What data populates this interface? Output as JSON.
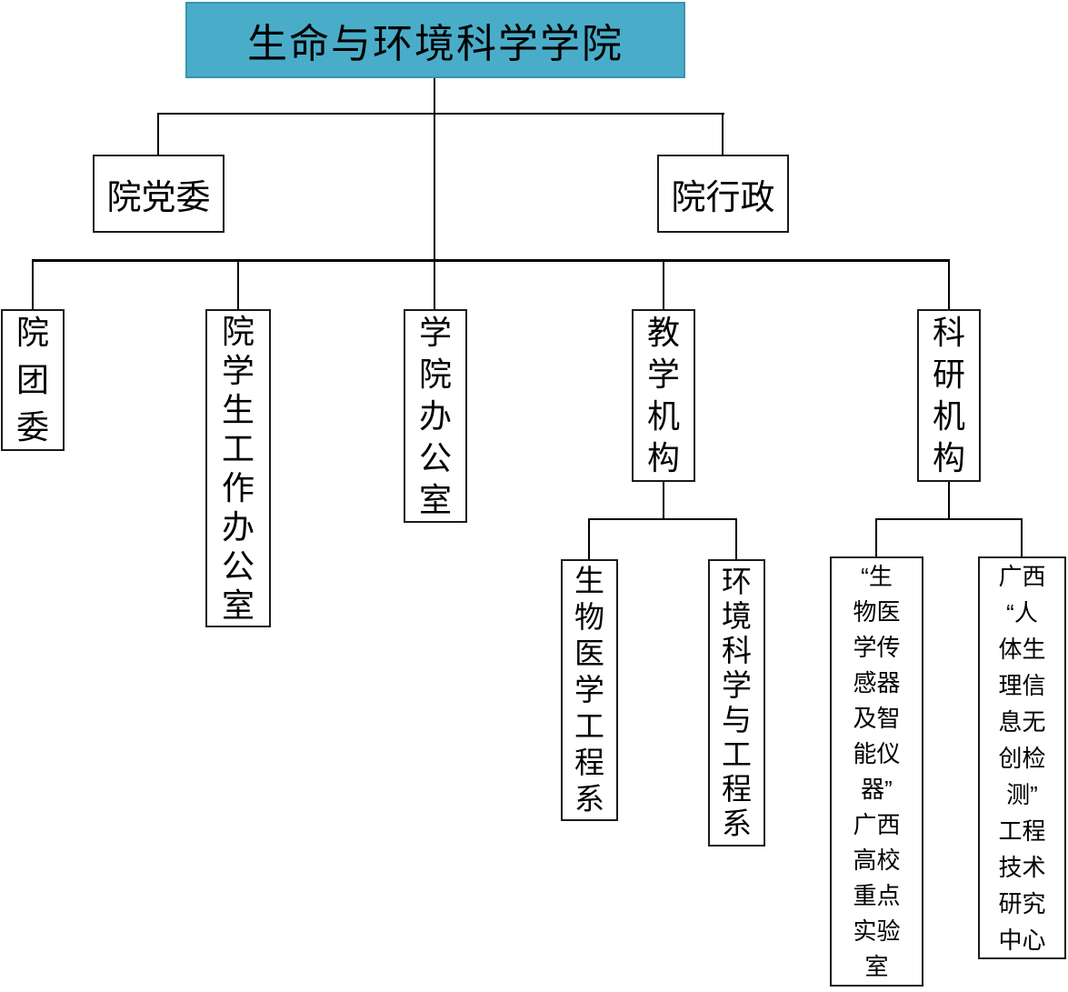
{
  "org_chart": {
    "type": "org-chart",
    "title": "生命与环境科学学院",
    "colors": {
      "root_fill": "#49adc9",
      "root_border": "#3c93ad",
      "box_border": "#1a1a1a",
      "line": "#000000",
      "text": "#000000",
      "background": "#ffffff"
    },
    "nodes": {
      "root": {
        "text": "生命与环境科学学院",
        "display": "生命与环境科学学院"
      },
      "party": {
        "text": "院党委",
        "display": "院党委"
      },
      "admin": {
        "text": "院行政",
        "display": "院行政"
      },
      "youth": {
        "text": "院团委",
        "display": "院\n团\n委"
      },
      "student_office": {
        "text": "院学生工作办公室",
        "display": "院\n学\n生\n工\n作\n办\n公\n室"
      },
      "college_office": {
        "text": "学院办公室",
        "display": "学\n院\n办\n公\n室"
      },
      "teaching": {
        "text": "教学机构",
        "display": "教\n学\n机\n构"
      },
      "research": {
        "text": "科研机构",
        "display": "科\n研\n机\n构"
      },
      "biomed_dept": {
        "text": "生物医学工程系",
        "display": "生\n物\n医\n学\n工\n程\n系"
      },
      "env_dept": {
        "text": "环境科学与工程系",
        "display": "环\n境\n科\n学\n与\n工\n程\n系"
      },
      "sensor_lab": {
        "text": "“生物医学传感器及智能仪器”广西高校重点实验室",
        "display": "“生\n物医\n学传\n感器\n及智\n能仪\n器”\n广西\n高校\n重点\n实验\n室"
      },
      "tech_center": {
        "text": "广西“人体生理信息无创检测”工程技术研究中心",
        "display": "广西\n“人\n体生\n理信\n息无\n创检\n测”\n工程\n技术\n研究\n中心"
      }
    },
    "hierarchy": {
      "root": "生命与环境科学学院",
      "children_level_2": [
        "院党委",
        "院行政"
      ],
      "children_level_3": [
        "院团委",
        "院学生工作办公室",
        "学院办公室",
        "教学机构",
        "科研机构"
      ],
      "teaching_children": [
        "生物医学工程系",
        "环境科学与工程系"
      ],
      "research_children": [
        "“生物医学传感器及智能仪器”广西高校重点实验室",
        "广西“人体生理信息无创检测”工程技术研究中心"
      ]
    }
  }
}
